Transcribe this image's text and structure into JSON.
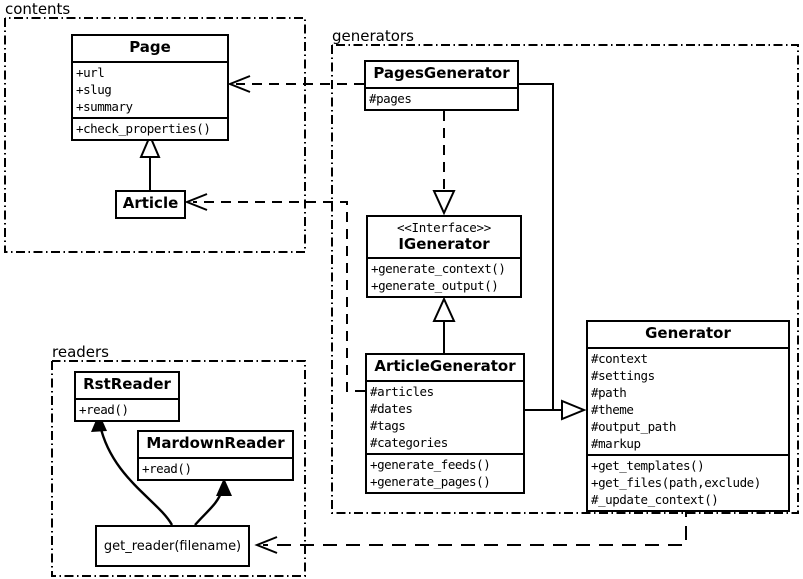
{
  "diagram": {
    "title": "UML class diagram",
    "stroke_color": "#000000",
    "background_color": "#ffffff"
  },
  "packages": [
    {
      "id": "contents",
      "label": "contents"
    },
    {
      "id": "generators",
      "label": "generators"
    },
    {
      "id": "readers",
      "label": "readers"
    }
  ],
  "classes": {
    "page": {
      "name": "Page",
      "attributes": [
        "+url",
        "+slug",
        "+summary"
      ],
      "operations": [
        "+check_properties()"
      ]
    },
    "article": {
      "name": "Article",
      "attributes": [],
      "operations": []
    },
    "pages_generator": {
      "name": "PagesGenerator",
      "attributes": [
        "#pages"
      ],
      "operations": []
    },
    "igenerator": {
      "stereotype": "<<Interface>>",
      "name": "IGenerator",
      "attributes": [],
      "operations": [
        "+generate_context()",
        "+generate_output()"
      ]
    },
    "article_generator": {
      "name": "ArticleGenerator",
      "attributes": [
        "#articles",
        "#dates",
        "#tags",
        "#categories"
      ],
      "operations": [
        "+generate_feeds()",
        "+generate_pages()"
      ]
    },
    "generator": {
      "name": "Generator",
      "attributes": [
        "#context",
        "#settings",
        "#path",
        "#theme",
        "#output_path",
        "#markup"
      ],
      "operations": [
        "+get_templates()",
        "+get_files(path,exclude)",
        "#_update_context()"
      ]
    },
    "rst_reader": {
      "name": "RstReader",
      "attributes": [],
      "operations": [
        "+read()"
      ]
    },
    "mardown_reader": {
      "name": "MardownReader",
      "attributes": [],
      "operations": [
        "+read()"
      ]
    }
  },
  "functions": {
    "get_reader": {
      "label": "get_reader(filename)"
    }
  },
  "relationships": [
    {
      "from": "article",
      "to": "page",
      "type": "generalization"
    },
    {
      "from": "pages_generator",
      "to": "page",
      "type": "dependency"
    },
    {
      "from": "article_generator",
      "to": "article",
      "type": "dependency"
    },
    {
      "from": "pages_generator",
      "to": "igenerator",
      "type": "realization"
    },
    {
      "from": "article_generator",
      "to": "igenerator",
      "type": "generalization"
    },
    {
      "from": "pages_generator",
      "to": "generator",
      "type": "aggregation"
    },
    {
      "from": "article_generator",
      "to": "generator",
      "type": "aggregation"
    },
    {
      "from": "generator",
      "to": "get_reader",
      "type": "dependency"
    },
    {
      "from": "get_reader",
      "to": "rst_reader",
      "type": "returns"
    },
    {
      "from": "get_reader",
      "to": "mardown_reader",
      "type": "returns"
    }
  ]
}
